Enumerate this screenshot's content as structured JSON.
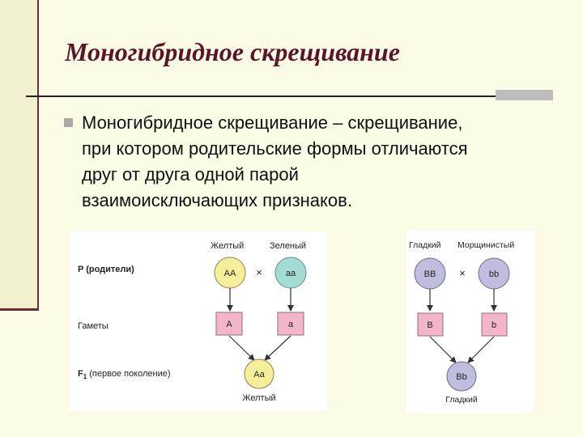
{
  "slide": {
    "title": "Моногибридное скрещивание",
    "bullet_lines": [
      "Моногибридное скрещивание – скрещивание,",
      "при котором родительские формы отличаются",
      "друг от друга одной парой",
      "взаимоисключающих признаков."
    ]
  },
  "diagram_color": {
    "panel1": {
      "parent_labels": [
        "Желтый",
        "Зеленый"
      ],
      "row_p": "P (родители)",
      "row_gametes": "Гаметы",
      "row_f1": "F",
      "row_f1_sub": "1",
      "row_f1_rest": " (первое поколение)",
      "parent_genotypes": [
        "AA",
        "aa"
      ],
      "cross_symbol": "×",
      "gametes": [
        "A",
        "a"
      ],
      "offspring_genotype": "Aa",
      "offspring_label": "Желтый"
    },
    "panel2": {
      "parent_labels": [
        "Гладкий",
        "Морщинистый"
      ],
      "parent_genotypes": [
        "BB",
        "bb"
      ],
      "cross_symbol": "×",
      "gametes": [
        "B",
        "b"
      ],
      "offspring_genotype": "Bb",
      "offspring_label": "Гладкий"
    }
  },
  "colors": {
    "title": "#5b1528",
    "background": "#fbfbe6",
    "yellow_circle": "#f6ef9a",
    "teal_circle": "#a3dcd2",
    "gamete_box": "#f3b5c9",
    "panel2_circle": "#c0bedf"
  }
}
